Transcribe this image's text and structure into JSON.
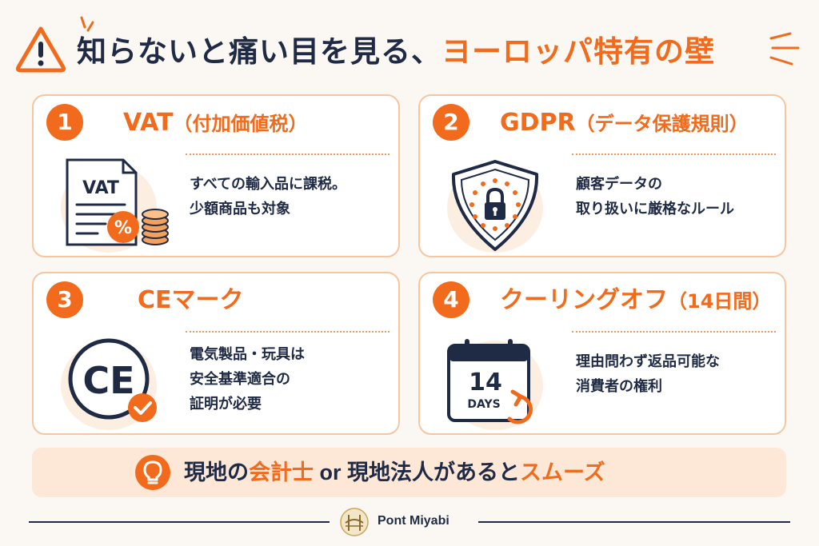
{
  "header": {
    "title_main": "知らないと痛い目を見る、",
    "title_accent": "ヨーロッパ特有の壁",
    "icon": "warning-triangle-icon"
  },
  "cards": [
    {
      "number": "1",
      "title": "VAT",
      "title_paren": "（付加価値税）",
      "desc_lines": [
        "すべての輸入品に課税。",
        "少額商品も対象"
      ],
      "icon": "vat-document-icon",
      "icon_text": "VAT",
      "badge_text": "%"
    },
    {
      "number": "2",
      "title": "GDPR",
      "title_paren": "（データ保護規則）",
      "desc_lines": [
        "顧客データの",
        "取り扱いに厳格なルール"
      ],
      "icon": "shield-lock-icon"
    },
    {
      "number": "3",
      "title": "CEマーク",
      "title_paren": "",
      "desc_lines": [
        "電気製品・玩具は",
        "安全基準適合の",
        "証明が必要"
      ],
      "icon": "ce-mark-icon",
      "icon_text": "CE"
    },
    {
      "number": "4",
      "title": "クーリングオフ",
      "title_paren": "（14日間）",
      "desc_lines": [
        "理由問わず返品可能な",
        "消費者の権利"
      ],
      "icon": "calendar-14-days-icon",
      "icon_text_num": "14",
      "icon_text_unit": "DAYS"
    }
  ],
  "banner": {
    "part1": "現地の",
    "part2": "会計士",
    "part3": " or ",
    "part4": "現地法人",
    "part5": "があると",
    "part6": "スムーズ",
    "icon": "lightbulb-icon"
  },
  "footer": {
    "brand": "Pont Miyabi",
    "icon": "pont-miyabi-logo-icon"
  },
  "colors": {
    "accent": "#f26a1b",
    "navy": "#1f2a44",
    "card_border": "#f6c6a0",
    "banner_bg": "#fde7d6"
  }
}
